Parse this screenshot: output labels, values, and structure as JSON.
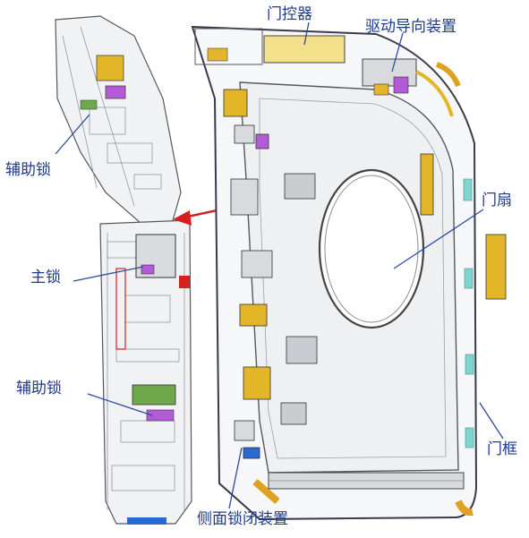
{
  "labels": {
    "door_controller": "门控器",
    "drive_guide_device": "驱动导向装置",
    "aux_lock_top": "辅助锁",
    "door_leaf": "门扇",
    "main_lock": "主锁",
    "aux_lock_bottom": "辅助锁",
    "door_frame": "门框",
    "side_lock_close_device": "侧面锁闭装置"
  },
  "colors": {
    "label_text": "#1f3a8a",
    "leader_line": "#2b4aa0",
    "arrow": "#d62020",
    "frame_outline": "#3a3a4a",
    "panel_fill": "#eef0f2",
    "window_outline": "#444444",
    "seal_teal": "#7fd6d0",
    "lock_yellow": "#e3b528",
    "bracket_orange": "#e0a020",
    "component_purple": "#b25ad8"
  },
  "icons": {
    "detail_arrow": "red-arrow-left"
  }
}
